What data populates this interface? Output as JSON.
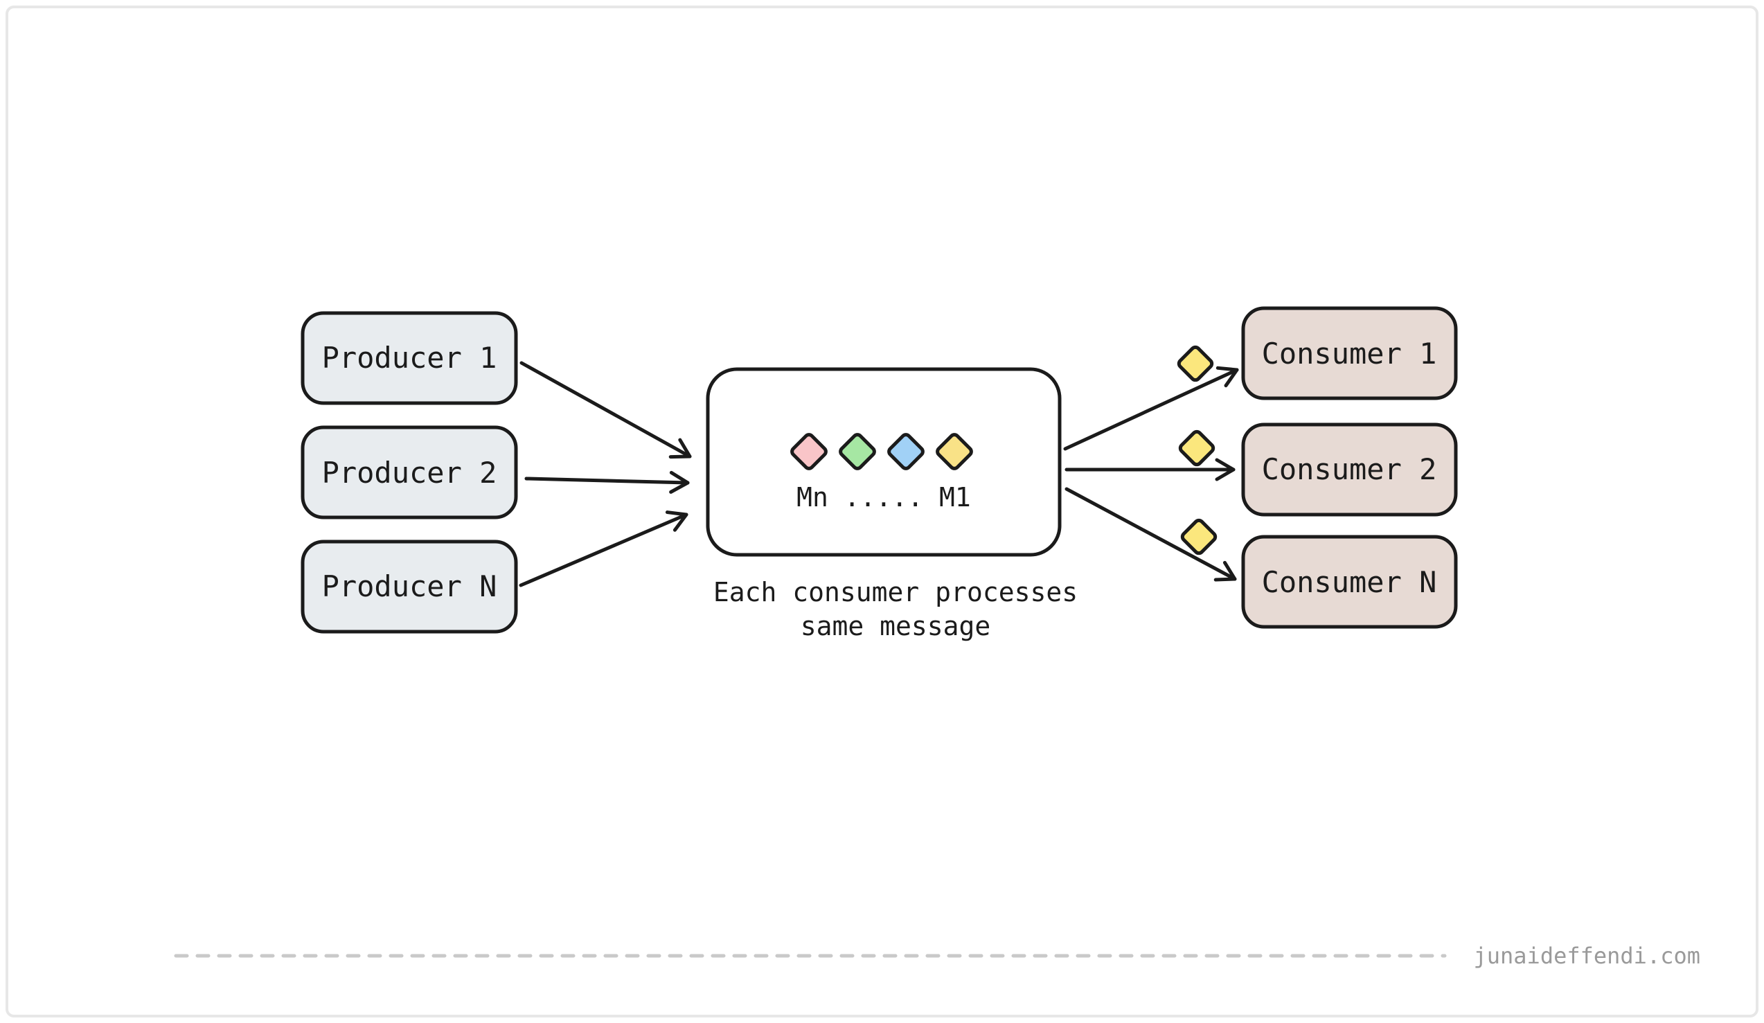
{
  "palette": {
    "ink": "#1b1b1b",
    "producer_fill": "#e8ecef",
    "consumer_fill": "#e7dad4",
    "hub_fill": "#ffffff",
    "diamond_pink": "#f9c5c8",
    "diamond_green": "#a6e7a3",
    "diamond_blue": "#a1d1f6",
    "diamond_yellow": "#f9e287",
    "message_yellow": "#fbe77d",
    "frame_gray": "#e7e7e7",
    "dash_gray": "#c9c9c9",
    "watermark_gray": "#9a9a9a"
  },
  "producers": [
    {
      "label": "Producer 1"
    },
    {
      "label": "Producer 2"
    },
    {
      "label": "Producer N"
    }
  ],
  "consumers": [
    {
      "label": "Consumer 1"
    },
    {
      "label": "Consumer 2"
    },
    {
      "label": "Consumer N"
    }
  ],
  "hub": {
    "label": "Mn ..... M1"
  },
  "caption": {
    "line1": "Each consumer processes",
    "line2": "same message"
  },
  "watermark": "junaideffendi.com"
}
